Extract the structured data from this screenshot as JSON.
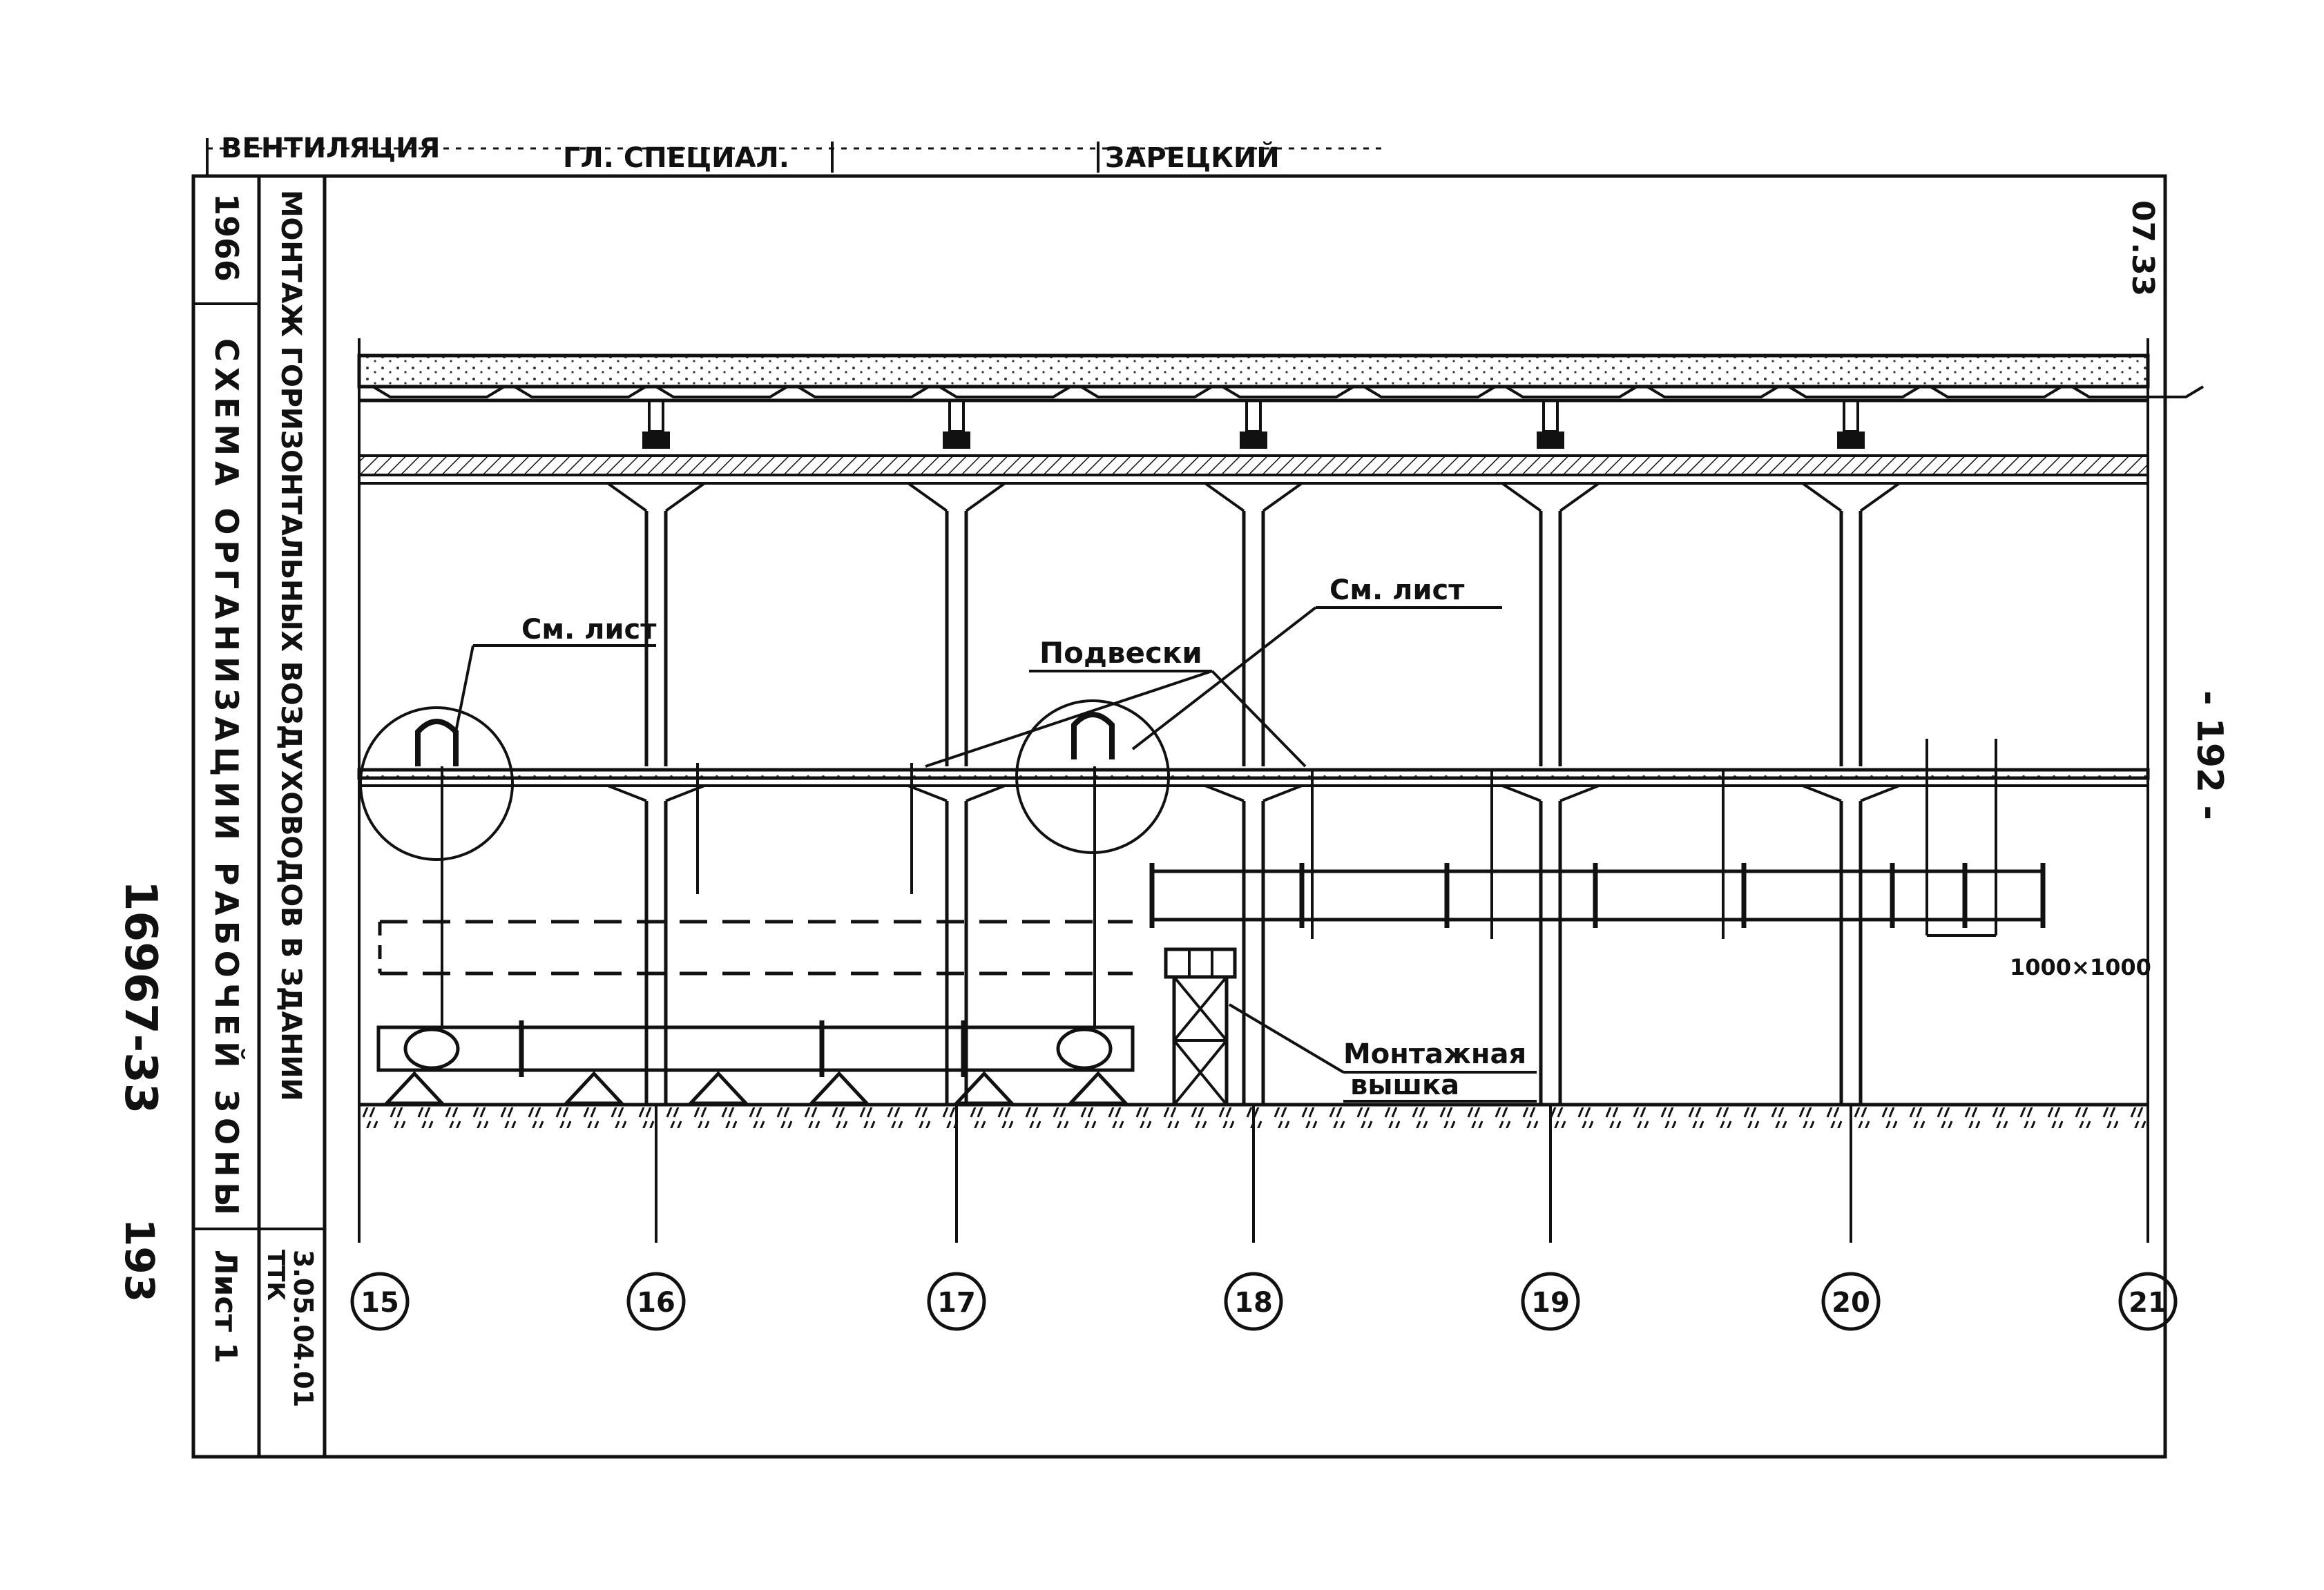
{
  "header": {
    "dept": "ВЕНТИЛЯЦИЯ",
    "role": "ГЛ. СПЕЦИАЛ.",
    "name": "ЗАРЕЦКИЙ"
  },
  "title_block": {
    "year": "1966",
    "title": "МОНТАЖ ГОРИЗОНТАЛЬНЫХ ВОЗДУХОВОДОВ В ЗДАНИИ",
    "subtitle": "СХЕМА ОРГАНИЗАЦИИ РАБОЧЕЙ ЗОНЫ",
    "sheet": "Лист 1",
    "code_line1": "ТТК",
    "code_line2": "3.05.04.01"
  },
  "margin": {
    "inventory": "16967-33",
    "page_left": "193",
    "page_right": "- 192 -",
    "corner": "07.33"
  },
  "callouts": {
    "see_sheet_1": "См. лист",
    "see_sheet_2": "См. лист",
    "hangers": "Подвески",
    "tower_line1": "Монтажная",
    "tower_line2": "вышка",
    "duct_size": "1000×1000"
  },
  "axes": [
    "15",
    "16",
    "17",
    "18",
    "19",
    "20",
    "21"
  ]
}
